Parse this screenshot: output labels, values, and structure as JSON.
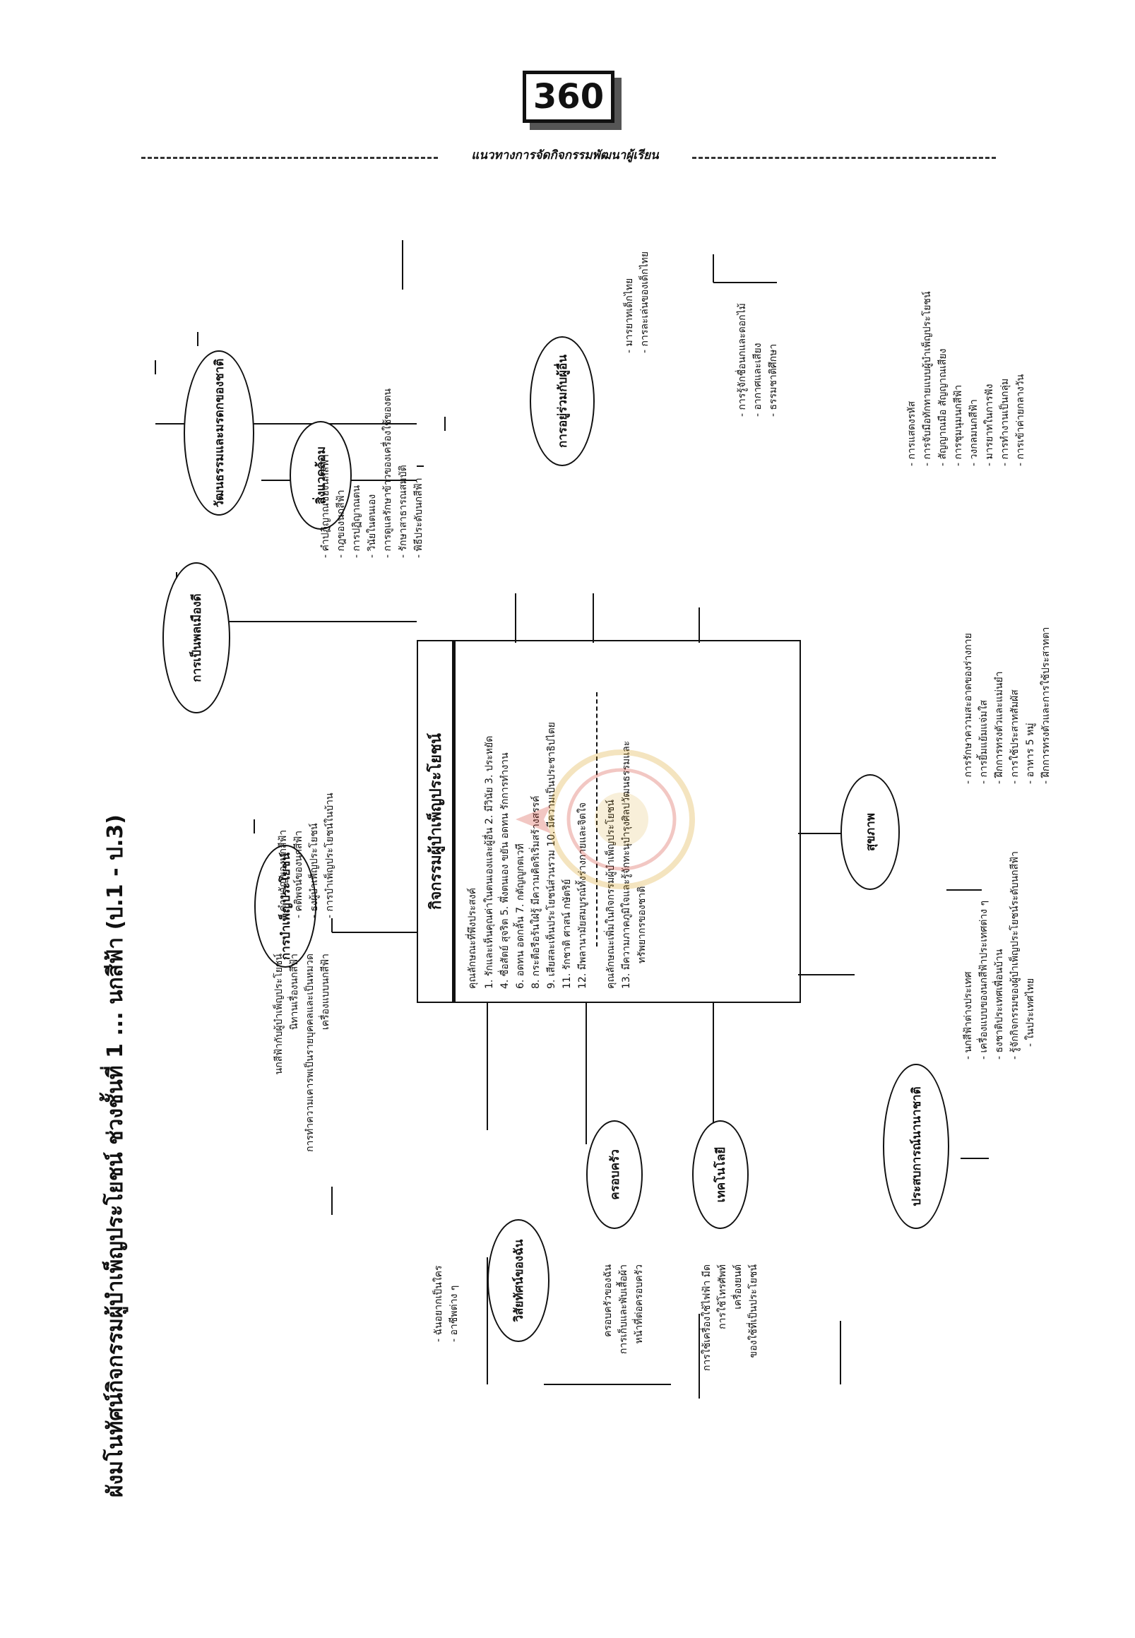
{
  "page_number": "360",
  "header_text": "แนวทางการจัดกิจกรรมพัฒนาผู้เรียน",
  "title": "ผังมโนทัศน์กิจกรรมผู้บำเพ็ญประโยชน์ ช่วงชั้นที่ 1 ... นกสีฟ้า (ป.1 - ป.3)",
  "center": {
    "title": "กิจกรรมผู้บำเพ็ญประโยชน์",
    "qualities_heading": "คุณลักษณะที่พึงประสงค์",
    "qualities": [
      "1. รักและเห็นคุณค่าในตนเองและผู้อื่น 2. มีวินัย 3. ประหยัด",
      "4. ซื่อสัตย์ สุจริต    5. พึ่งตนเอง ขยัน อดทน รักการทำงาน",
      "6. อดทน อดกลั้น    7. กตัญญูกตเวที",
      "8. กระตือรือร้นใฝ่รู้ มีความคิดริเริ่มสร้างสรรค์",
      "9. เสียสละเห็นประโยชน์ส่วนรวม   10. มีความเป็นประชาธิปไตย",
      "11. รักชาติ ศาสน์ กษัตริย์",
      "12. มีพลานามัยสมบูรณ์ทั้งร่างกายและจิตใจ"
    ],
    "additional": [
      "คุณลักษณะเพิ่มในกิจกรรมผู้บำเพ็ญประโยชน์",
      "13. มีความภาคภูมิใจและรู้จักทะนุบำรุงศิลปวัฒนธรรมและ",
      "ทรัพยากรของชาติ"
    ]
  },
  "topics": {
    "citizen": {
      "label": "การเป็นพลเมืองดี",
      "items": [
        "คำปฏิญาณของนกสีฟ้า",
        "กฎของนกสีฟ้า",
        "การปฏิญาณตน",
        "วินัยในตนเอง",
        "การดูแลรักษาข้าวของเครื่องใช้ของตน",
        "รักษาสาธารณสมบัติ",
        "พิธีประดับนกสีฟ้า"
      ]
    },
    "culture": {
      "label": "วัฒนธรรมและมรดกของชาติ",
      "items": [
        "มารยาทเด็กไทย",
        "การละเล่นของเด็กไทย"
      ]
    },
    "environment": {
      "label": "สิ่งแวดล้อม",
      "items": [
        "การรู้จักชื่อนกและดอกไม้",
        "อากาศและเสียง",
        "ธรรมชาติศึกษา"
      ]
    },
    "living": {
      "label": "การอยู่ร่วมกับผู้อื่น",
      "items": [
        "การแสดงรหัส",
        "การจับมือทักทายแบบผู้บำเพ็ญประโยชน์",
        "สัญญาณมือ สัญญาณเสียง",
        "การชุมนุมนกสีฟ้า",
        "วงกลมนกสีฟ้า",
        "มารยาทในการฟัง",
        "การทำงานเป็นกลุ่ม",
        "การเข้าค่ายกลางวัน"
      ]
    },
    "service": {
      "label": "การบำเพ็ญประโยชน์",
      "left_items": [
        "นกสีฟ้ากับผู้บำเพ็ญประโยชน์",
        "นิทานเรื่องนกสีฟ้า",
        "การทำความเคารพเป็นรายบุคคลและเป็นหมวด",
        "เครื่องแบบนกสีฟ้า"
      ],
      "right_items": [
        "คำขวัญของนกสีฟ้า",
        "คติพจน์ของนกสีฟ้า",
        "ธงผู้บำเพ็ญประโยชน์",
        "การบำเพ็ญประโยชน์ในบ้าน"
      ]
    },
    "health": {
      "label": "สุขภาพ",
      "items": [
        "การรักษาความสะอาดของร่างกาย",
        "การยิ้มแย้มแจ่มใส",
        "ฝึกการทรงตัวและแม่นยำ",
        "การใช้ประสาทสัมผัส",
        "อาหาร 5 หมู่",
        "ฝึกการทรงตัวและการใช้ประสาทตา"
      ]
    },
    "own_life": {
      "label": "วิสัยทัศน์ของฉัน",
      "items": [
        "ฉันอยากเป็นใคร",
        "อาชีพต่าง ๆ"
      ]
    },
    "family": {
      "label": "ครอบครัว",
      "items": [
        "ครอบครัวของฉัน",
        "การเก็บและพับเสื้อผ้า",
        "หน้าที่ต่อครอบครัว"
      ]
    },
    "technology": {
      "label": "เทคโนโลยี",
      "items": [
        "การใช้เครื่องใช้ไฟฟ้า มีด",
        "การใช้โทรศัพท์",
        "เครื่องยนต์",
        "ของใช้ที่เป็นประโยชน์"
      ]
    },
    "international": {
      "label": "ประสบการณ์นานาชาติ",
      "items": [
        "นกสีฟ้าต่างประเทศ",
        "เครื่องแบบของนกสีฟ้าประเทศต่าง ๆ",
        "ธงชาติประเทศเพื่อนบ้าน",
        "รู้จักกิจกรรมของผู้บำเพ็ญประโยชน์ระดับนกสีฟ้า",
        "ในประเทศไทย"
      ]
    }
  },
  "colors": {
    "ink": "#111111",
    "watermark_red": "#d23a2a",
    "watermark_gold": "#d8a21e"
  }
}
